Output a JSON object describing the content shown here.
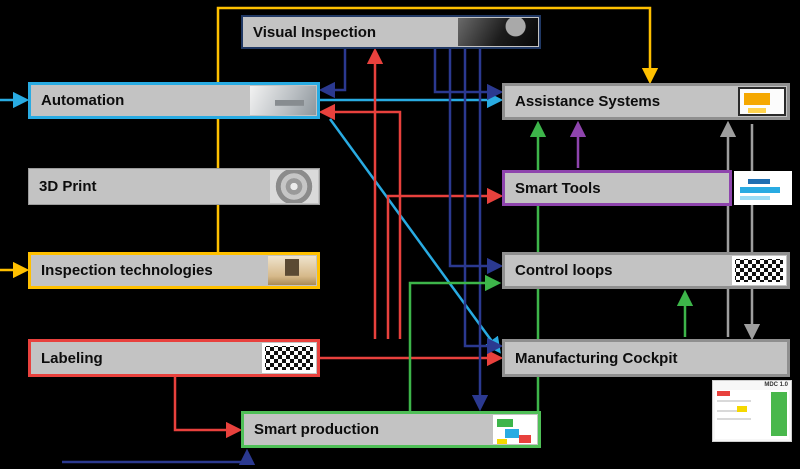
{
  "diagram": {
    "background": "#000000",
    "nodes": {
      "visual_inspection": {
        "label": "Visual Inspection",
        "border": "#203864",
        "border_style": "border-color:#203864",
        "thumbnail": "machining-photo"
      },
      "automation": {
        "label": "Automation",
        "border": "#29abe2",
        "border_style": "border-color:#29abe2",
        "thumbnail": "lab-photo"
      },
      "print3d": {
        "label": "3D Print",
        "border": "#9c9c9c",
        "border_style": "border-color:#9c9c9c",
        "thumbnail": "impeller-photo"
      },
      "inspection_technologies": {
        "label": "Inspection technologies",
        "border": "#ffc000",
        "border_style": "border-color:#ffc000",
        "thumbnail": "scanner-photo"
      },
      "labeling": {
        "label": "Labeling",
        "border": "#e8413d",
        "border_style": "border-color:#e8413d",
        "thumbnail": "qr-code"
      },
      "smart_production": {
        "label": "Smart production",
        "border": "#4fbf57",
        "border_style": "border-color:#4fbf57",
        "thumbnail": "process-diagram"
      },
      "assistance_systems": {
        "label": "Assistance Systems",
        "border": "#8f8f8f",
        "border_style": "border-color:#8f8f8f",
        "thumbnail": "tablet-photo"
      },
      "smart_tools": {
        "label": "Smart Tools",
        "border": "#8e44ad",
        "border_style": "border-color:#8e44ad",
        "thumbnail": "tool-diagram"
      },
      "control_loops": {
        "label": "Control loops",
        "border": "#8f8f8f",
        "border_style": "border-color:#8f8f8f",
        "thumbnail": "qr-code"
      },
      "manufacturing_cockpit": {
        "label": "Manufacturing Cockpit",
        "border": "#8f8f8f",
        "border_style": "border-color:#8f8f8f",
        "thumbnail": "mdc-screenshot"
      }
    },
    "mdc_panel": {
      "title": "MDC 1.0"
    },
    "colors": {
      "orange": "#ffc000",
      "light_blue": "#29abe2",
      "red": "#e8413d",
      "navy": "#2b3990",
      "green": "#3db54a",
      "purple": "#8e44ad",
      "gray": "#9e9e9e"
    },
    "edges": [
      {
        "from": "inspection_technologies",
        "to": "assistance_systems",
        "color": "#ffc000"
      },
      {
        "from": "offscreen_left",
        "to": "inspection_technologies",
        "color": "#ffc000"
      },
      {
        "from": "offscreen_left",
        "to": "automation",
        "color": "#29abe2"
      },
      {
        "from": "automation",
        "to": "assistance_systems",
        "color": "#29abe2"
      },
      {
        "from": "automation",
        "to": "manufacturing_cockpit",
        "color": "#29abe2"
      },
      {
        "from": "labeling",
        "to": "visual_inspection",
        "color": "#e8413d"
      },
      {
        "from": "labeling",
        "to": "smart_tools",
        "color": "#e8413d"
      },
      {
        "from": "labeling",
        "to": "automation",
        "color": "#e8413d"
      },
      {
        "from": "labeling",
        "to": "manufacturing_cockpit",
        "color": "#e8413d"
      },
      {
        "from": "labeling",
        "to": "smart_production",
        "color": "#e8413d"
      },
      {
        "from": "visual_inspection",
        "to": "automation",
        "color": "#2b3990"
      },
      {
        "from": "visual_inspection",
        "to": "assistance_systems",
        "color": "#2b3990"
      },
      {
        "from": "visual_inspection",
        "to": "control_loops",
        "color": "#2b3990"
      },
      {
        "from": "visual_inspection",
        "to": "manufacturing_cockpit",
        "color": "#2b3990"
      },
      {
        "from": "visual_inspection",
        "to": "smart_production",
        "color": "#2b3990"
      },
      {
        "from": "offscreen_bottom_left",
        "to": "smart_production",
        "color": "#2b3990"
      },
      {
        "from": "smart_production",
        "to": "assistance_systems",
        "color": "#3db54a"
      },
      {
        "from": "smart_production",
        "to": "control_loops",
        "color": "#3db54a"
      },
      {
        "from": "manufacturing_cockpit",
        "to": "control_loops",
        "color": "#3db54a"
      },
      {
        "from": "smart_tools",
        "to": "assistance_systems",
        "color": "#8e44ad"
      },
      {
        "from": "manufacturing_cockpit",
        "to": "assistance_systems",
        "color": "#9e9e9e"
      },
      {
        "from": "assistance_systems",
        "to": "manufacturing_cockpit",
        "color": "#9e9e9e"
      }
    ]
  }
}
